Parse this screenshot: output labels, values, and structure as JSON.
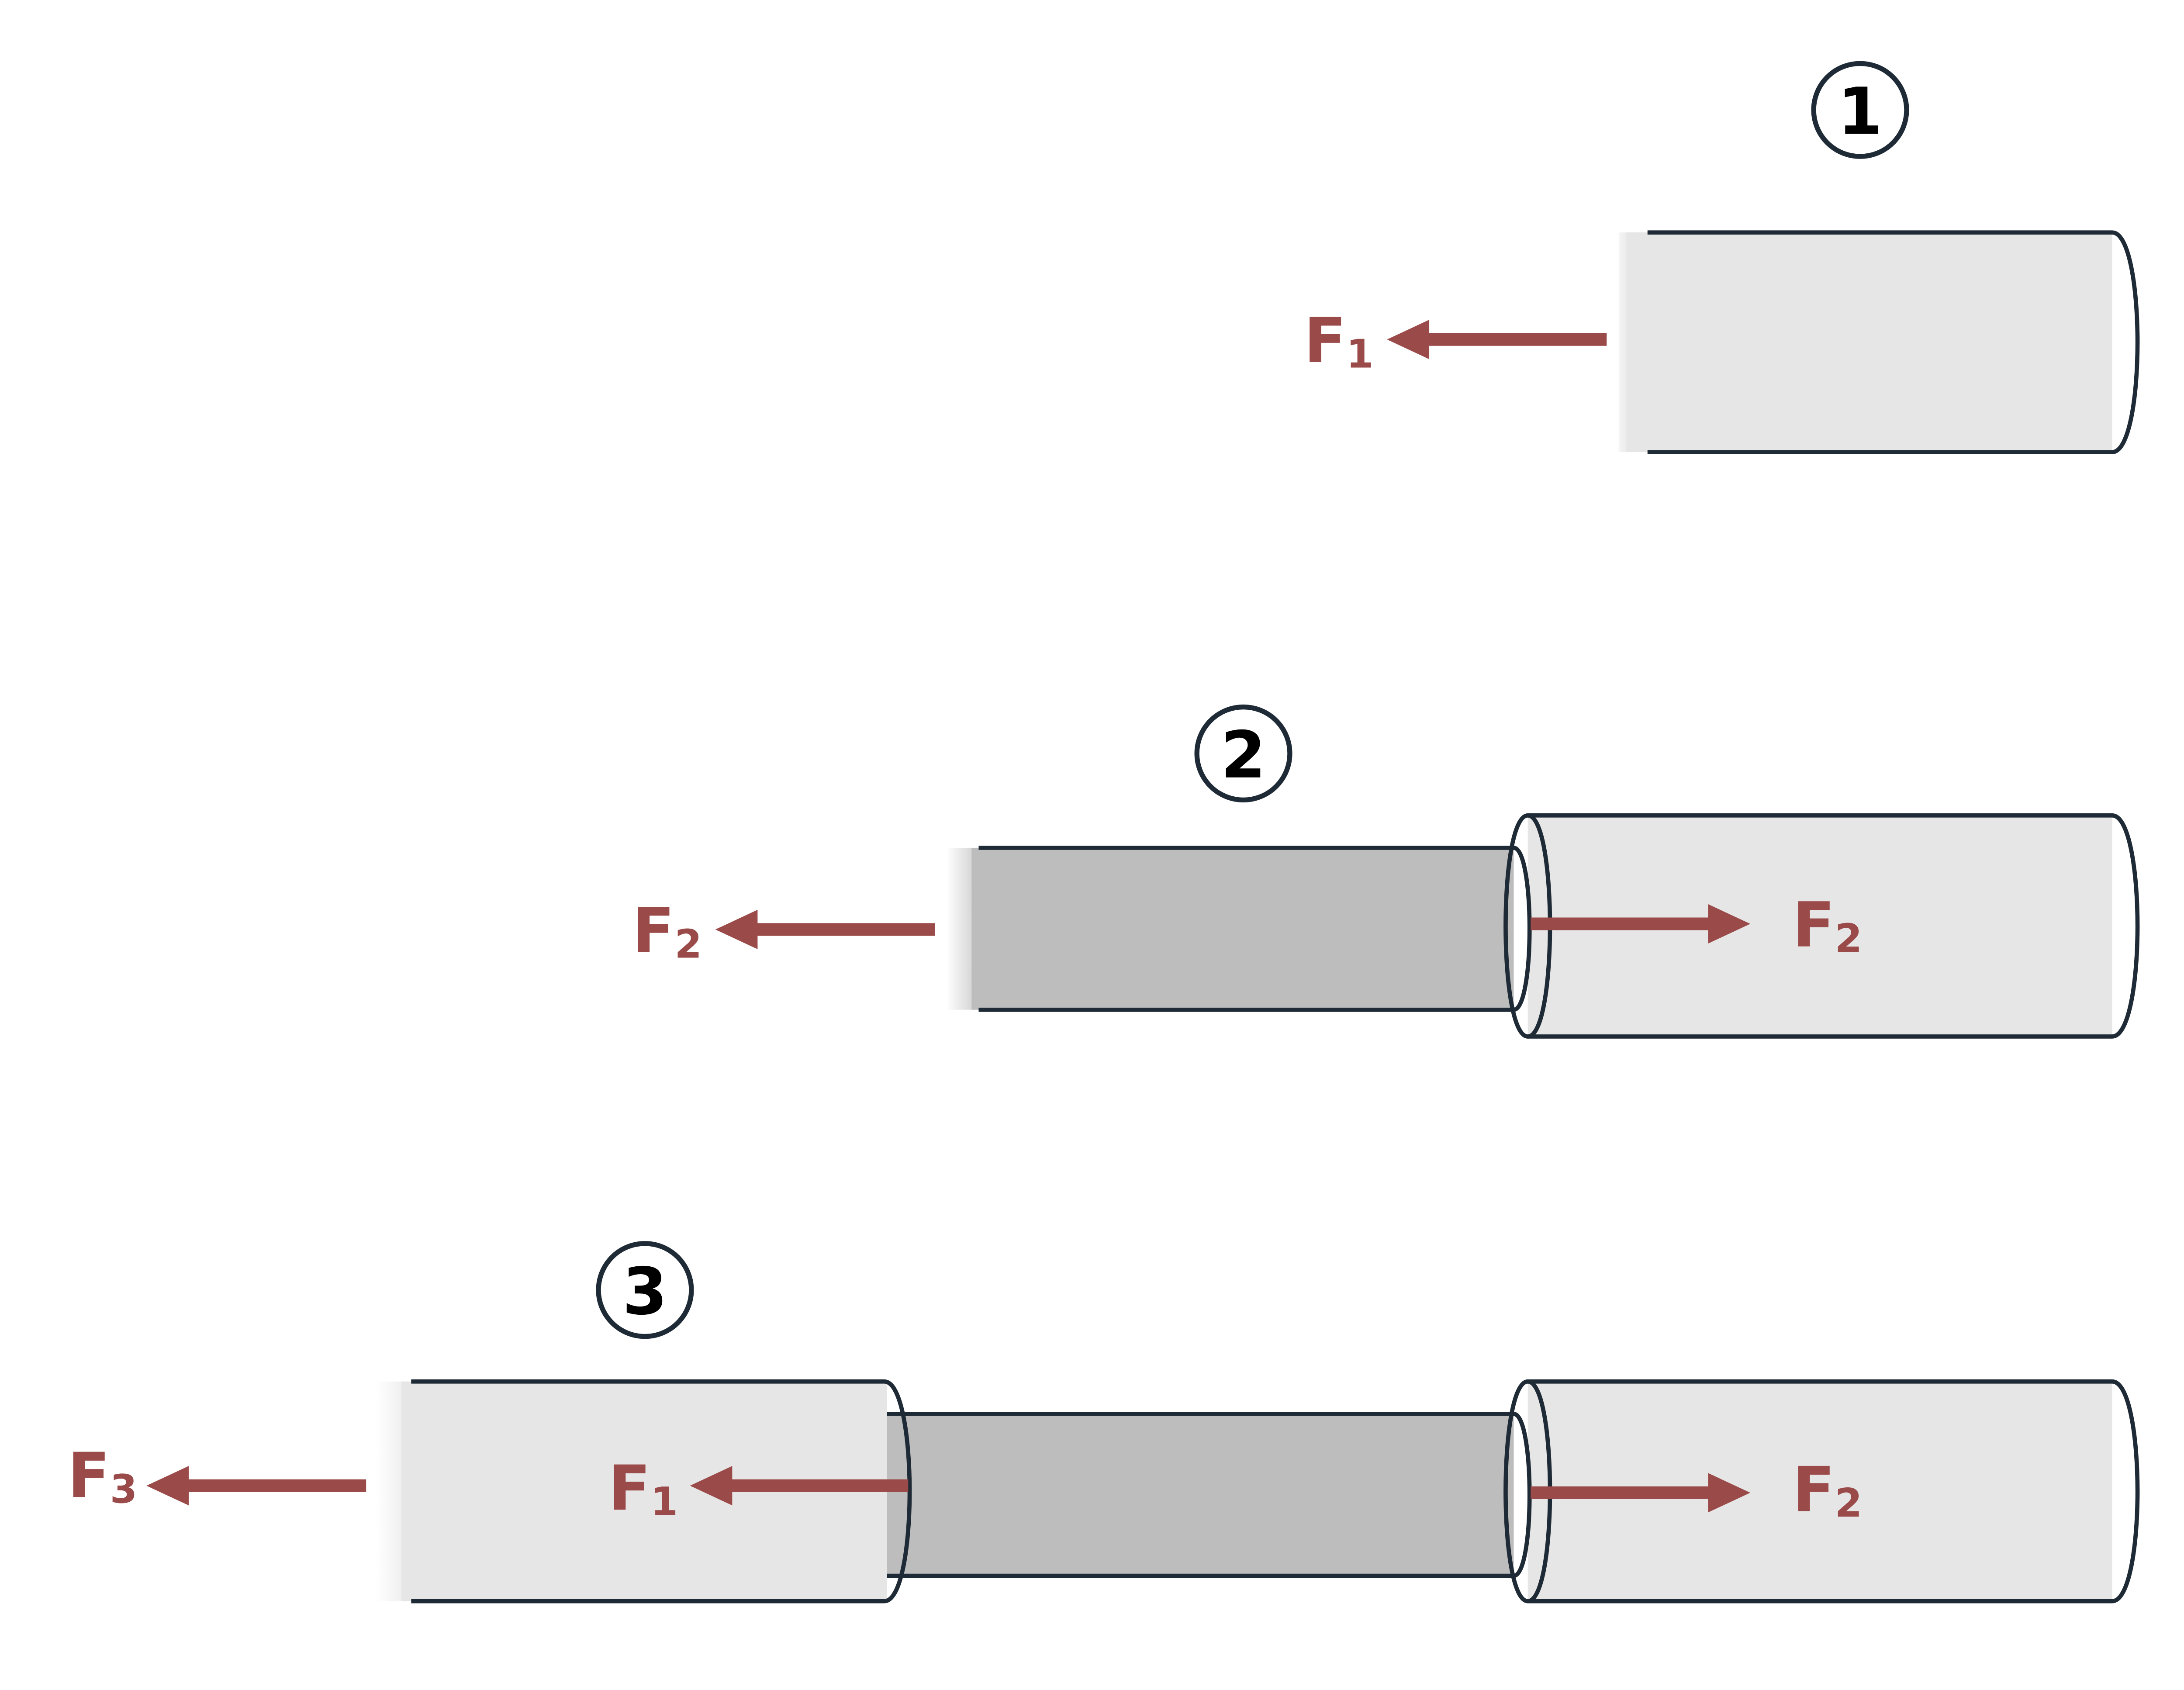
{
  "colors": {
    "background": "#ffffff",
    "outline": "#1e2a35",
    "outer_tube_fill": "#e6e6e6",
    "inner_tube_fill": "#bdbdbd",
    "force_arrow": "#9a4a48",
    "step_marker_text": "#000000"
  },
  "stages": [
    {
      "step_label": "1",
      "forces": [
        {
          "symbol": "F",
          "subscript": "1",
          "direction": "left"
        }
      ]
    },
    {
      "step_label": "2",
      "forces": [
        {
          "symbol": "F",
          "subscript": "2",
          "direction": "left"
        },
        {
          "symbol": "F",
          "subscript": "2",
          "direction": "right"
        }
      ]
    },
    {
      "step_label": "3",
      "forces": [
        {
          "symbol": "F",
          "subscript": "3",
          "direction": "left"
        },
        {
          "symbol": "F",
          "subscript": "1",
          "direction": "left"
        },
        {
          "symbol": "F",
          "subscript": "2",
          "direction": "right"
        }
      ]
    }
  ]
}
